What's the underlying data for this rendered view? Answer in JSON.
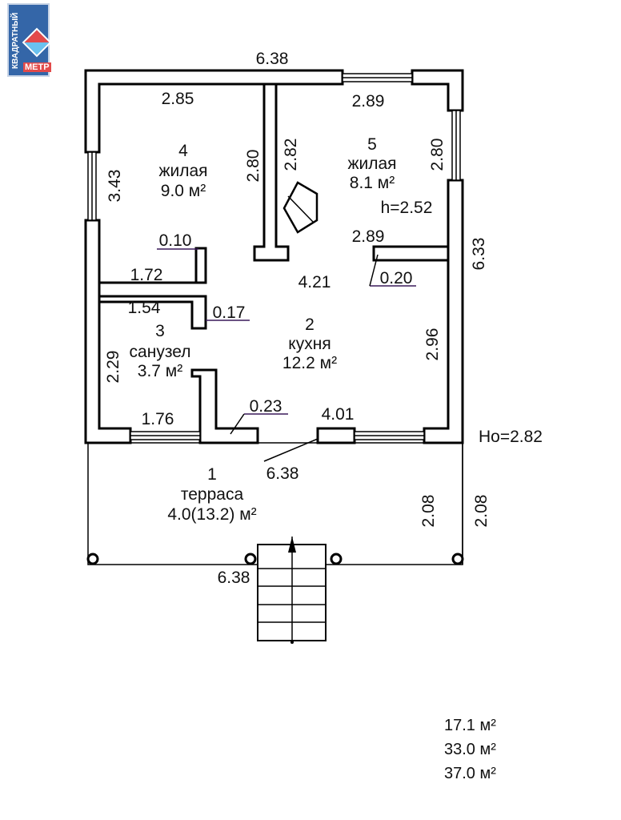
{
  "logo": {
    "brand": "КВАДРАТНЫЙ",
    "sub": "МЕТР"
  },
  "rooms": [
    {
      "num": "1",
      "name": "терраса",
      "area": "4.0(13.2) м²"
    },
    {
      "num": "2",
      "name": "кухня",
      "area": "12.2 м²"
    },
    {
      "num": "3",
      "name": "санузел",
      "area": "3.7 м²"
    },
    {
      "num": "4",
      "name": "жилая",
      "area": "9.0 м²"
    },
    {
      "num": "5",
      "name": "жилая",
      "area": "8.1 м²"
    }
  ],
  "dims": {
    "top": "6.38",
    "r4_top": "2.85",
    "r5_top": "2.89",
    "r4_left": "3.43",
    "r4_right": "2.80",
    "r5_left": "2.82",
    "r5_right": "2.80",
    "h": "h=2.52",
    "r5_bottom": "2.89",
    "right_total": "6.33",
    "d010": "0.10",
    "d172": "1.72",
    "d421": "4.21",
    "d020": "0.20",
    "d154": "1.54",
    "d017": "0.17",
    "d229": "2.29",
    "d296": "2.96",
    "d176": "1.76",
    "d023": "0.23",
    "d401": "4.01",
    "ho": "Ho=2.82",
    "d638_mid": "6.38",
    "t208a": "2.08",
    "t208b": "2.08",
    "d638_bottom": "6.38"
  },
  "totals": [
    "17.1 м²",
    "33.0 м²",
    "37.0 м²"
  ]
}
